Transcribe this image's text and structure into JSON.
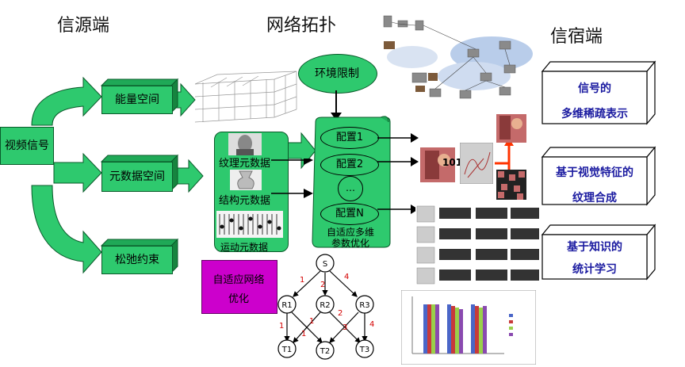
{
  "headings": {
    "source": "信源端",
    "topology": "网络拓扑",
    "sink": "信宿端"
  },
  "source": {
    "video_signal": "视频信号",
    "energy_space": "能量空间",
    "metadata_space": "元数据空间",
    "relax_constraint": "松弛约束"
  },
  "metadata_panel": {
    "texture": "纹理元数据",
    "structure": "结构元数据",
    "motion": "运动元数据"
  },
  "env_limit": "环境限制",
  "config": {
    "items": [
      "配置1",
      "配置2",
      "…",
      "配置N"
    ],
    "caption_line1": "自适应多维",
    "caption_line2": "参数优化"
  },
  "adaptive_net": {
    "line1": "自适应网络",
    "line2": "优化"
  },
  "graph": {
    "nodes": [
      "S",
      "R1",
      "R2",
      "R3",
      "T1",
      "T2",
      "T3"
    ],
    "edge_labels": [
      "1",
      "2",
      "4",
      "1",
      "1",
      "2",
      "3",
      "4",
      "1"
    ]
  },
  "sink_boxes": [
    {
      "line1": "信号的",
      "line2": "多维稀疏表示"
    },
    {
      "line1": "基于视觉特征的",
      "line2": "纹理合成"
    },
    {
      "line1": "基于知识的",
      "line2": "统计学习"
    }
  ],
  "binary_text": "10100",
  "colors": {
    "green": "#2ec96e",
    "dark_green": "#0a5a2a",
    "magenta": "#cc00cc",
    "cube_text": "#1a1aa0"
  }
}
